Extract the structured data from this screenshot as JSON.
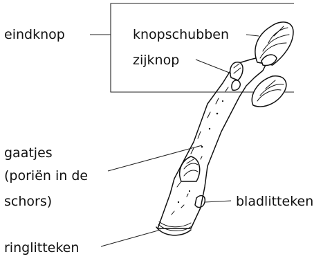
{
  "labels": {
    "eindknop": "eindknop",
    "knopschubben": "knopschubben",
    "zijknop": "zijknop",
    "gaatjes_1": "gaatjes",
    "gaatjes_2": "(poriën in de",
    "gaatjes_3": "schors)",
    "bladlitteken": "bladlitteken",
    "ringlitteken": "ringlitteken"
  }
}
